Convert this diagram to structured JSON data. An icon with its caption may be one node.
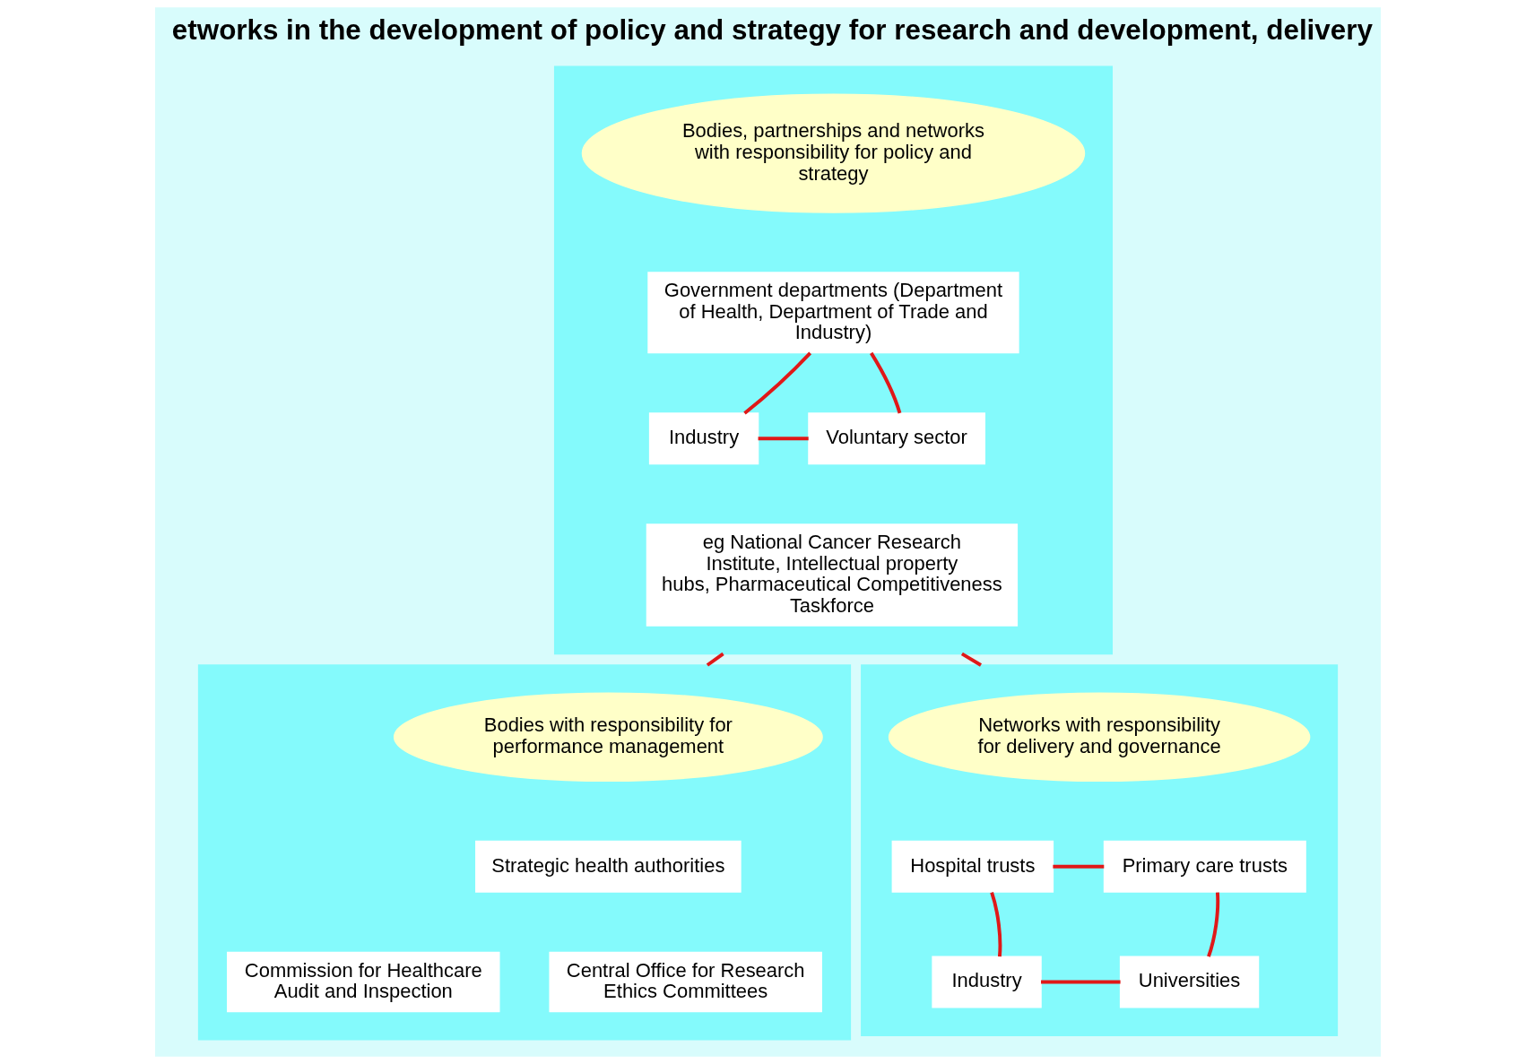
{
  "diagram": {
    "title": "etworks in the development of policy and strategy for research and development, delivery",
    "nodes": [
      {
        "text": [],
        "shape": "box"
      },
      {
        "text": [
          "Bodies, partnerships and networks with responsibility for policy and strategy"
        ],
        "in": 0
      },
      {
        "text": [
          "Government departments (Department of Health, Department of Trade and Industry)"
        ],
        "in": 0
      },
      {
        "text": [
          "Industry"
        ],
        "in": 0
      },
      {
        "text": [
          "Voluntary sector"
        ],
        "in": 0
      },
      {
        "text": [
          "eg National Cancer Research Institute, Intellectual property hubs, Pharmaceutical Competitiveness Taskforce"
        ],
        "in": 0
      },
      {
        "text": [],
        "shape": "box"
      },
      {
        "text": [
          "Bodies with responsibility for performance management"
        ],
        "in": 6
      },
      {
        "text": [
          "Strategic health authorities"
        ],
        "in": 6
      },
      {
        "text": [
          "Commission for Healthcare Audit and Inspection"
        ],
        "in": 6
      },
      {
        "text": [
          "Central Office for Research Ethics Committees"
        ],
        "in": 6
      },
      {
        "text": [],
        "shape": "box"
      },
      {
        "text": [
          "Networks with responsibility for delivery and governance"
        ],
        "in": 11
      },
      {
        "text": [
          "Hospital trusts"
        ],
        "in": 11
      },
      {
        "text": [
          "Primary care trusts"
        ],
        "in": 11
      },
      {
        "text": [
          "Industry"
        ],
        "in": 11
      },
      {
        "text": [
          "Universities"
        ],
        "in": 11
      }
    ],
    "edges": [
      {
        "from": 0,
        "to": 6,
        "arrow": "none"
      },
      {
        "from": 0,
        "to": 11,
        "arrow": "none"
      },
      {
        "from": 2,
        "to": 3,
        "arrow": "none"
      },
      {
        "from": 2,
        "to": 4,
        "arrow": "none"
      },
      {
        "from": 3,
        "to": 4,
        "arrow": "none"
      },
      {
        "from": 13,
        "to": 14,
        "arrow": "none"
      },
      {
        "from": 13,
        "to": 15,
        "arrow": "none"
      },
      {
        "from": 14,
        "to": 16,
        "arrow": "none"
      },
      {
        "from": 15,
        "to": 16,
        "arrow": "none"
      }
    ]
  }
}
